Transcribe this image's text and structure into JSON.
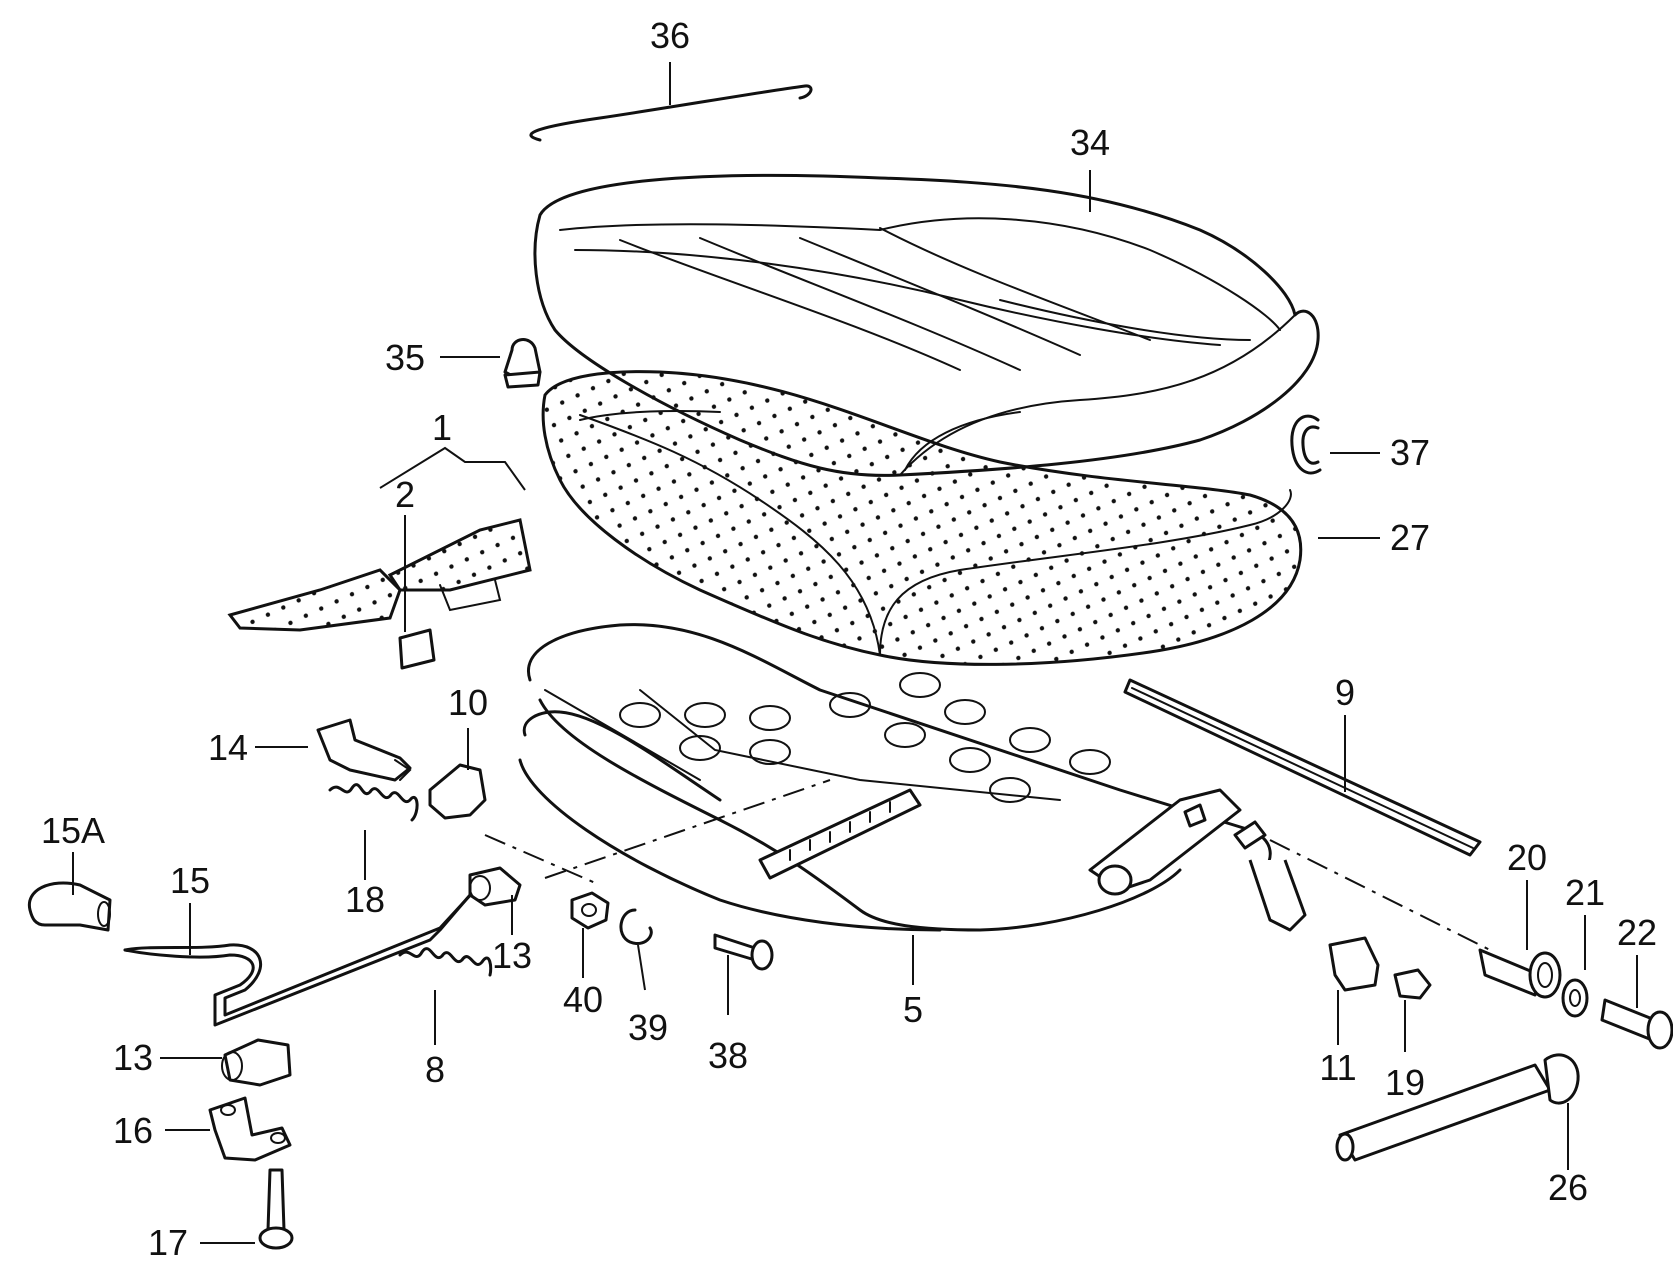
{
  "labels": {
    "p36": "36",
    "p34": "34",
    "p35": "35",
    "p1": "1",
    "p2": "2",
    "p37": "37",
    "p27": "27",
    "p9": "9",
    "p10": "10",
    "p14": "14",
    "p18": "18",
    "p15A": "15A",
    "p15": "15",
    "p13a": "13",
    "p13b": "13",
    "p8": "8",
    "p40": "40",
    "p39": "39",
    "p38": "38",
    "p5": "5",
    "p20": "20",
    "p21": "21",
    "p22": "22",
    "p11": "11",
    "p19": "19",
    "p16": "16",
    "p17": "17",
    "p26": "26"
  }
}
